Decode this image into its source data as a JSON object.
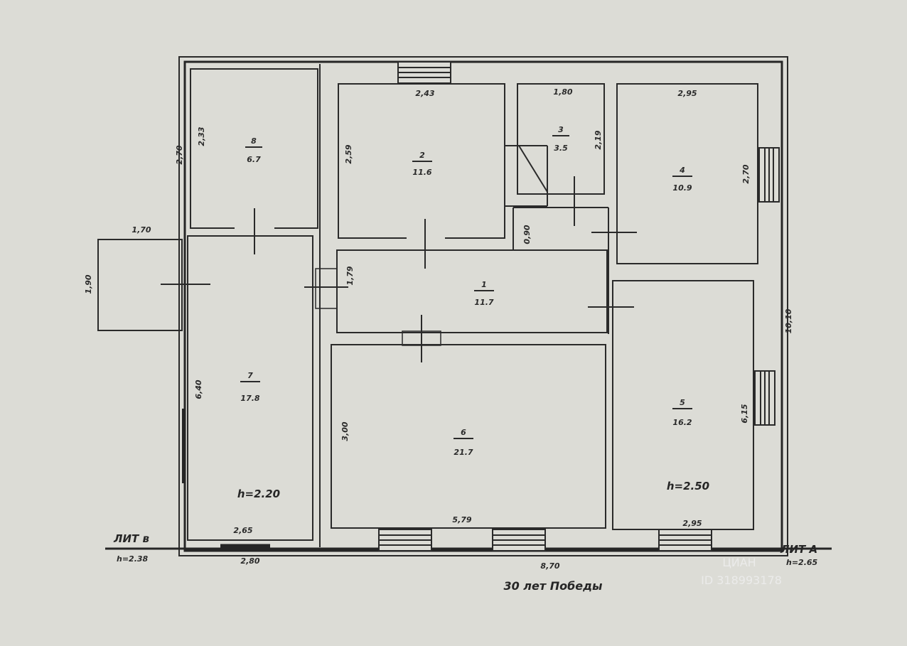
{
  "rooms": [
    {
      "id": "r8",
      "number": "8",
      "area": "6.7"
    },
    {
      "id": "r2",
      "number": "2",
      "area": "11.6"
    },
    {
      "id": "r3",
      "number": "3",
      "area": "3.5"
    },
    {
      "id": "r4",
      "number": "4",
      "area": "10.9"
    },
    {
      "id": "r1",
      "number": "1",
      "area": "11.7"
    },
    {
      "id": "r7",
      "number": "7",
      "area": "17.8"
    },
    {
      "id": "r6",
      "number": "6",
      "area": "21.7"
    },
    {
      "id": "r5",
      "number": "5",
      "area": "16.2"
    }
  ],
  "dimensions": {
    "d_2_43": "2,43",
    "d_1_80": "1,80",
    "d_2_95_top": "2,95",
    "d_1_70": "1,70",
    "d_2_70_left": "2,70",
    "d_2_33": "2,33",
    "d_2_59": "2,59",
    "d_2_19": "2,19",
    "d_2_70_r4": "2,70",
    "d_0_90": "0,90",
    "d_1_79": "1,79",
    "d_1_90": "1,90",
    "d_10_10": "10,10",
    "d_6_40": "6,40",
    "d_3_00": "3,00",
    "d_6_15": "6,15",
    "d_2_65": "2,65",
    "d_5_79": "5,79",
    "d_2_95_bottom": "2,95",
    "d_2_80": "2,80",
    "d_8_70": "8,70"
  },
  "heights": {
    "h7": "h=2.20",
    "h5": "h=2.50"
  },
  "labels": {
    "lit_b": "ЛИТ в",
    "lit_b_h": "h=2.38",
    "lit_a": "ЛИТ А",
    "lit_a_h": "h=2.65",
    "street": "30 лет Победы"
  },
  "watermark": {
    "brand": "ЦИАН",
    "id": "ID 318993178"
  }
}
